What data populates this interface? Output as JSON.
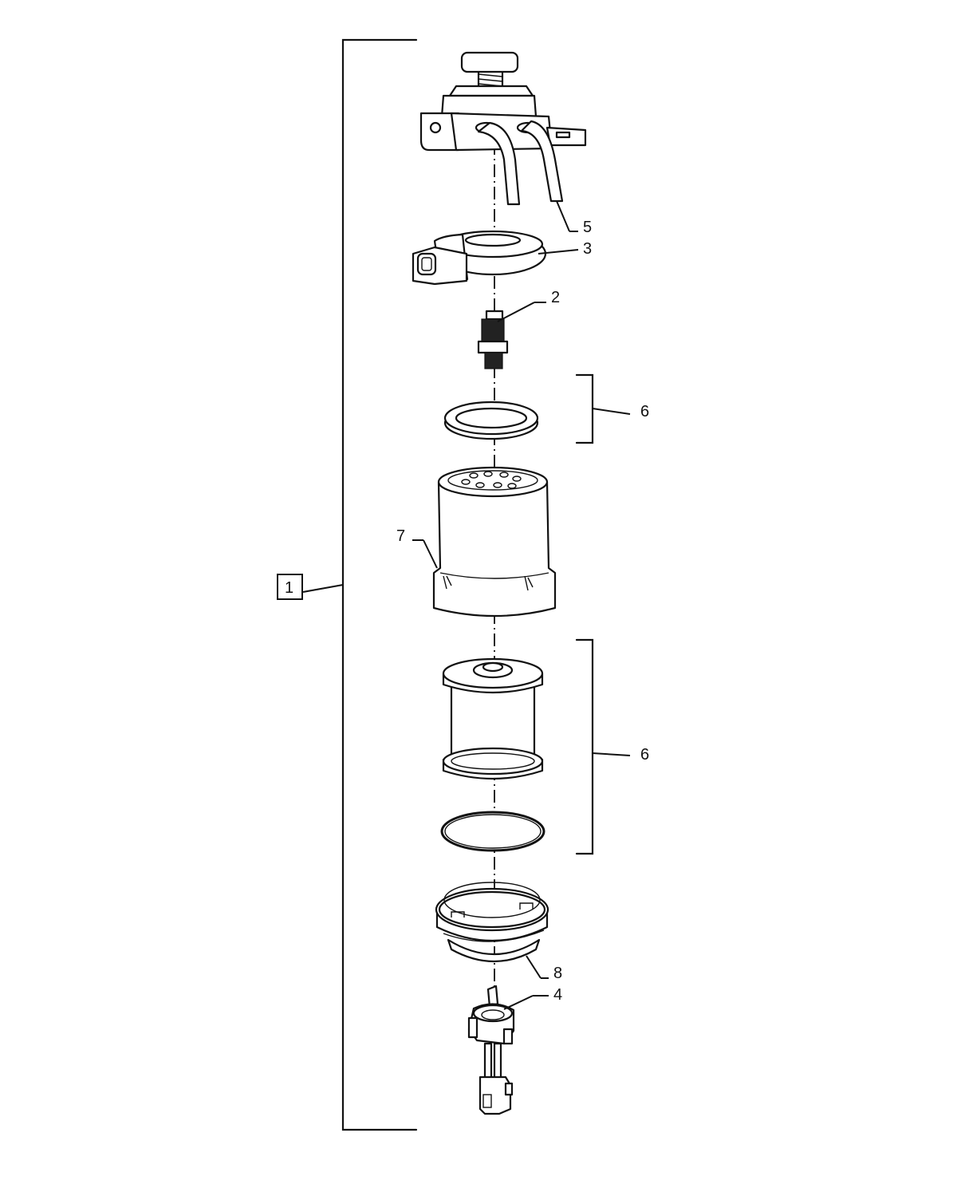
{
  "callouts": {
    "c1": "1",
    "c2": "2",
    "c3": "3",
    "c4": "4",
    "c5": "5",
    "c6_upper": "6",
    "c6_lower": "6",
    "c7": "7",
    "c8": "8"
  }
}
